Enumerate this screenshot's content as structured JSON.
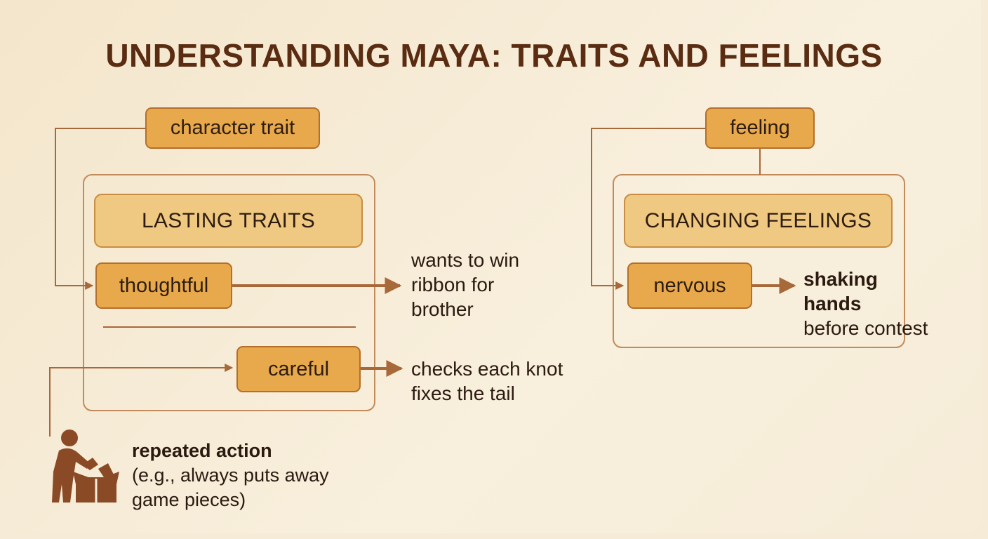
{
  "title": "UNDERSTANDING MAYA: TRAITS AND FEELINGS",
  "traits": {
    "label": "character trait",
    "header": "LASTING TRAITS",
    "items": [
      {
        "trait": "thoughtful",
        "evidence": "wants to win\nribbon for\nbrother"
      },
      {
        "trait": "careful",
        "evidence": "checks each knot\nfixes the tail"
      }
    ]
  },
  "feelings": {
    "label": "feeling",
    "header": "CHANGING FEELINGS",
    "item": {
      "feeling": "nervous",
      "evidence_bold": "shaking\nhands",
      "evidence_rest": "before contest"
    }
  },
  "repeated_action": {
    "icon": "person-packing-box-icon",
    "heading": "repeated action",
    "example": "(e.g., always puts away\n game pieces)"
  },
  "colors": {
    "title": "#5a2c12",
    "line": "#a8693a",
    "box_fill": "#e7a94b",
    "header_fill": "#efc981",
    "icon": "#8a4a26"
  }
}
